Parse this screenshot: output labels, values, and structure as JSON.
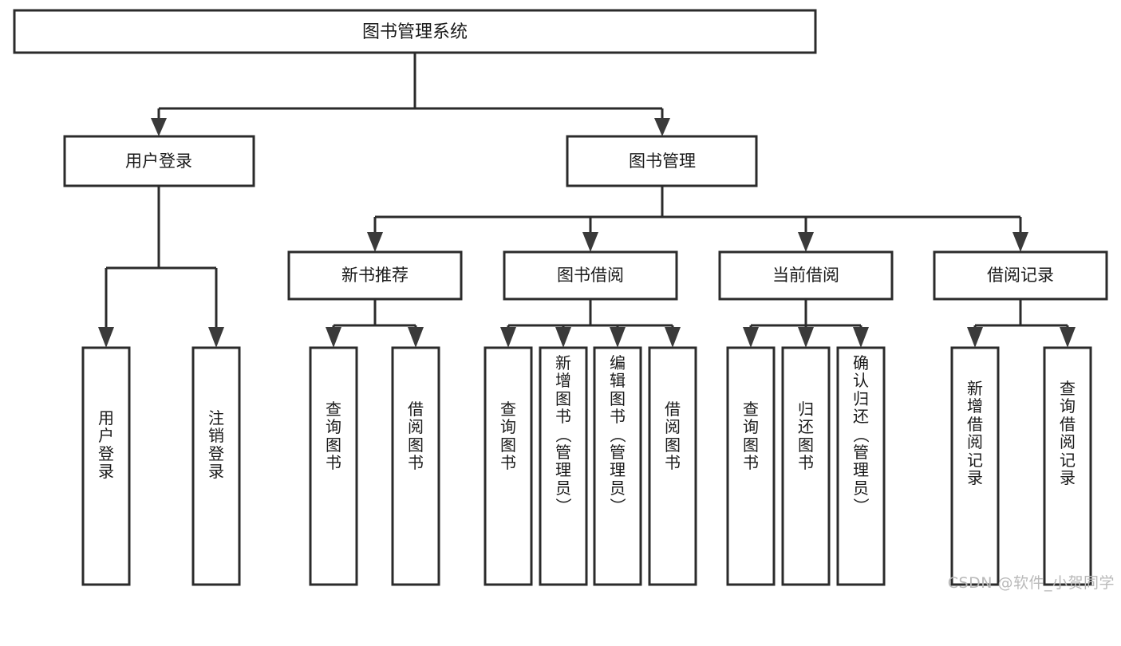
{
  "diagram": {
    "title": "图书管理系统",
    "watermark": "CSDN @软件_小贺同学",
    "type": "tree-hierarchy-diagram",
    "root": {
      "id": "root",
      "label": "图书管理系统",
      "orientation": "horizontal"
    },
    "level2": [
      {
        "id": "user-login",
        "label": "用户登录",
        "orientation": "horizontal"
      },
      {
        "id": "book-management",
        "label": "图书管理",
        "orientation": "horizontal"
      }
    ],
    "level3": [
      {
        "id": "new-book-recommend",
        "label": "新书推荐",
        "orientation": "horizontal",
        "parent": "book-management"
      },
      {
        "id": "book-borrow",
        "label": "图书借阅",
        "orientation": "horizontal",
        "parent": "book-management"
      },
      {
        "id": "current-borrow",
        "label": "当前借阅",
        "orientation": "horizontal",
        "parent": "book-management"
      },
      {
        "id": "borrow-record",
        "label": "借阅记录",
        "orientation": "horizontal",
        "parent": "book-management"
      }
    ],
    "leaves": {
      "user-login": [
        {
          "id": "leaf-user-login",
          "label": "用户登录",
          "chars": [
            "用",
            "户",
            "登",
            "录"
          ]
        },
        {
          "id": "leaf-logout",
          "label": "注销登录",
          "chars": [
            "注",
            "销",
            "登",
            "录"
          ]
        }
      ],
      "new-book-recommend": [
        {
          "id": "leaf-query-book-1",
          "label": "查询图书",
          "chars": [
            "查",
            "询",
            "图",
            "书"
          ]
        },
        {
          "id": "leaf-borrow-book-1",
          "label": "借阅图书",
          "chars": [
            "借",
            "阅",
            "图",
            "书"
          ]
        }
      ],
      "book-borrow": [
        {
          "id": "leaf-query-book-2",
          "label": "查询图书",
          "chars": [
            "查",
            "询",
            "图",
            "书"
          ]
        },
        {
          "id": "leaf-add-book",
          "label": "新增图书（管理员）",
          "chars": [
            "新",
            "增",
            "图",
            "书",
            "（",
            "管",
            "理",
            "员",
            "）"
          ]
        },
        {
          "id": "leaf-edit-book",
          "label": "编辑图书（管理员）",
          "chars": [
            "编",
            "辑",
            "图",
            "书",
            "（",
            "管",
            "理",
            "员",
            "）"
          ]
        },
        {
          "id": "leaf-borrow-book-2",
          "label": "借阅图书",
          "chars": [
            "借",
            "阅",
            "图",
            "书"
          ]
        }
      ],
      "current-borrow": [
        {
          "id": "leaf-query-book-3",
          "label": "查询图书",
          "chars": [
            "查",
            "询",
            "图",
            "书"
          ]
        },
        {
          "id": "leaf-return-book",
          "label": "归还图书",
          "chars": [
            "归",
            "还",
            "图",
            "书"
          ]
        },
        {
          "id": "leaf-confirm-return",
          "label": "确认归还（管理员）",
          "chars": [
            "确",
            "认",
            "归",
            "还",
            "（",
            "管",
            "理",
            "员",
            "）"
          ]
        }
      ],
      "borrow-record": [
        {
          "id": "leaf-add-record",
          "label": "新增借阅记录",
          "chars": [
            "新",
            "增",
            "借",
            "阅",
            "记",
            "录"
          ]
        },
        {
          "id": "leaf-query-record",
          "label": "查询借阅记录",
          "chars": [
            "查",
            "询",
            "借",
            "阅",
            "记",
            "录"
          ]
        }
      ]
    },
    "colors": {
      "box_stroke": "#2b2b2b",
      "box_fill": "#ffffff",
      "text": "#1a1a1a",
      "connector": "#2b2b2b",
      "watermark": "#b9b9b9",
      "background": "#ffffff"
    }
  }
}
